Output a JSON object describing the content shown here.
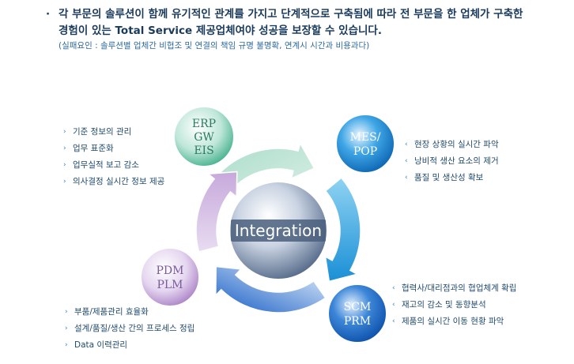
{
  "header": {
    "bullet": "·",
    "line1": "각 부문의 솔루션이 함께 유기적인 관계를 가지고 단계적으로 구축됨에 따라 전 부문을 한 업체가 구축한",
    "line2": "경험이 있는 Total Service 제공업체여야 성공을 보장할 수 있습니다.",
    "note": "(실패요인 : 솔루션별 업체간 비협조 및 연결의 책임 규명 불명확, 연계시 시간과 비용과다)"
  },
  "center": {
    "label": "Integration"
  },
  "nodes": {
    "erp": {
      "lines": [
        "ERP",
        "GW",
        "EIS"
      ],
      "color": "#3fae8a"
    },
    "mes": {
      "lines": [
        "MES/",
        "POP"
      ],
      "color": "#1f7fc6"
    },
    "scm": {
      "lines": [
        "SCM",
        "PRM"
      ],
      "color": "#1f66c0"
    },
    "pdm": {
      "lines": [
        "PDM",
        "PLM"
      ],
      "color": "#a87ec4"
    }
  },
  "lists": {
    "erp": {
      "marker": "›",
      "items": [
        "기준 정보의 관리",
        "업무 표준화",
        "업무실적 보고 감소",
        "의사결정 실시간 정보 제공"
      ]
    },
    "mes": {
      "marker": "‹",
      "items": [
        "현장 상황의 실시간 파악",
        "낭비적 생산 요소의 제거",
        "품질 및 생산성 확보"
      ]
    },
    "scm": {
      "marker": "‹",
      "items": [
        "협력사/대리점과의 협업체계 확립",
        "재고의 감소 및 동향분석",
        "제품의 실시간 이동 현황 파악"
      ]
    },
    "pdm": {
      "marker": "›",
      "items": [
        "부품/제품관리 효율화",
        "설계/품질/생산 간의 프로세스 정립",
        "Data 이력관리"
      ]
    }
  }
}
